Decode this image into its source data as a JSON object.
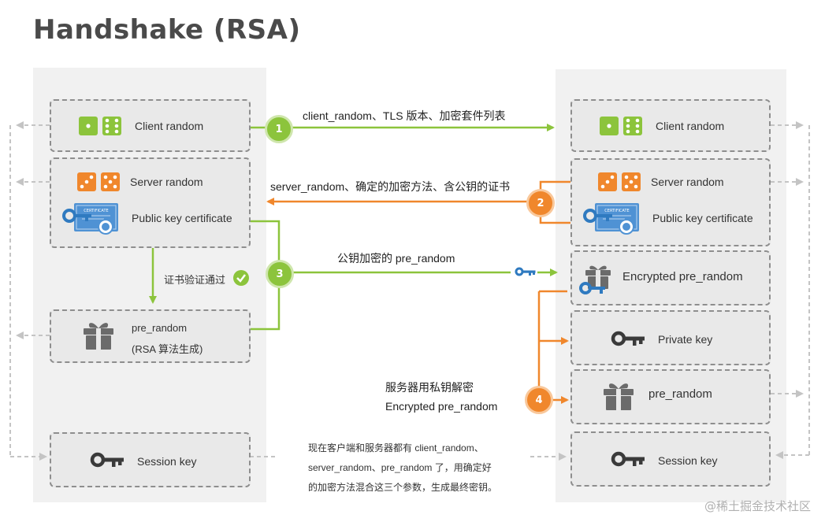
{
  "title": "Handshake (RSA)",
  "colors": {
    "green": "#8cc43c",
    "orange": "#f0872c",
    "blue": "#2f7ac0"
  },
  "client": {
    "client_random": "Client random",
    "server_random": "Server random",
    "public_key_certificate": "Public key certificate",
    "pre_random": "pre_random",
    "pre_random_note": "(RSA 算法生成)",
    "session_key": "Session key",
    "cert_verified": "证书验证通过"
  },
  "server": {
    "client_random": "Client random",
    "server_random": "Server random",
    "public_key_certificate": "Public key certificate",
    "encrypted_pre_random": "Encrypted pre_random",
    "private_key": "Private key",
    "pre_random": "pre_random",
    "session_key": "Session key",
    "decrypt_line1": "服务器用私钥解密",
    "decrypt_line2": "Encrypted pre_random"
  },
  "steps": [
    {
      "num": "1",
      "message": "client_random、TLS 版本、加密套件列表"
    },
    {
      "num": "2",
      "message": "server_random、确定的加密方法、含公钥的证书"
    },
    {
      "num": "3",
      "message": "公钥加密的 pre_random"
    },
    {
      "num": "4",
      "message": ""
    }
  ],
  "final_note": {
    "line1": "现在客户端和服务器都有 client_random、",
    "line2": "server_random、pre_random 了，用确定好",
    "line3": "的加密方法混合这三个参数，生成最终密钥。"
  },
  "certificate_icon_text": "CERTIFICATE",
  "watermark": "@稀土掘金技术社区"
}
